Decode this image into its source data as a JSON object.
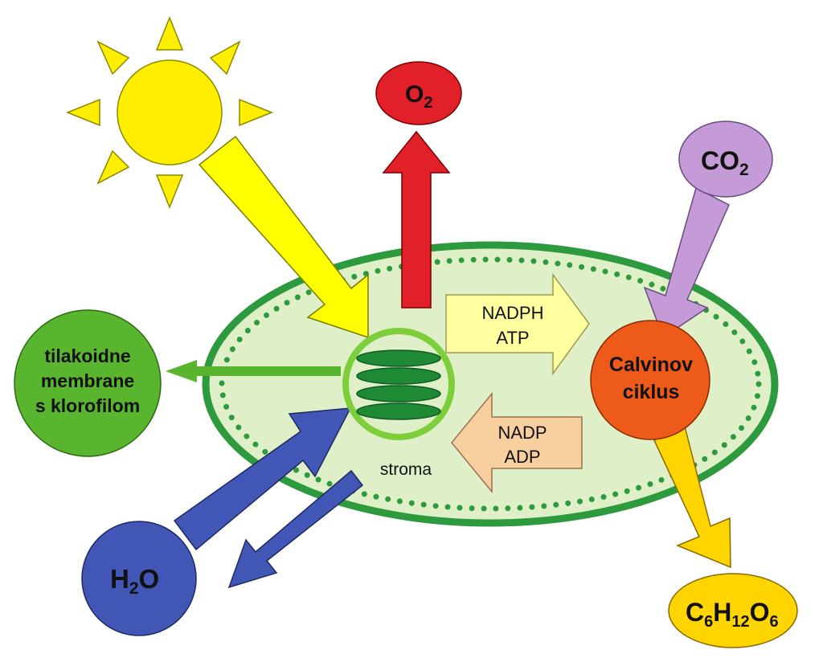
{
  "labels": {
    "o2": "O",
    "o2_sub": "2",
    "co2": "CO",
    "co2_sub": "2",
    "h2o_h": "H",
    "h2o_sub": "2",
    "h2o_o": "O",
    "glucose": {
      "c": "C",
      "c_sub": "6",
      "h": "H",
      "h_sub": "12",
      "o": "O",
      "o_sub": "6"
    },
    "tilakoid_line1": "tilakoidne",
    "tilakoid_line2": "membrane",
    "tilakoid_line3": "s klorofilom",
    "nadph": "NADPH",
    "atp": "ATP",
    "nadp": "NADP",
    "adp": "ADP",
    "calvin_line1": "Calvinov",
    "calvin_line2": "ciklus",
    "stroma": "stroma"
  },
  "colors": {
    "sun": "#ffee00",
    "o2": "#e2202a",
    "co2": "#c49bd6",
    "h2o": "#4257b5",
    "glucose": "#ffd500",
    "tilakoid": "#5ab52e",
    "chloroplast_fill": "#dff0c8",
    "chloroplast_stroke": "#2e9a3e",
    "nadph_arrow": "#ffffa0",
    "nadp_arrow": "#f8d0a0",
    "calvin": "#ee5a1a",
    "light_arrow": "#ffff00",
    "co2_arrow": "#c49bd6",
    "glucose_arrow": "#ffd500"
  }
}
